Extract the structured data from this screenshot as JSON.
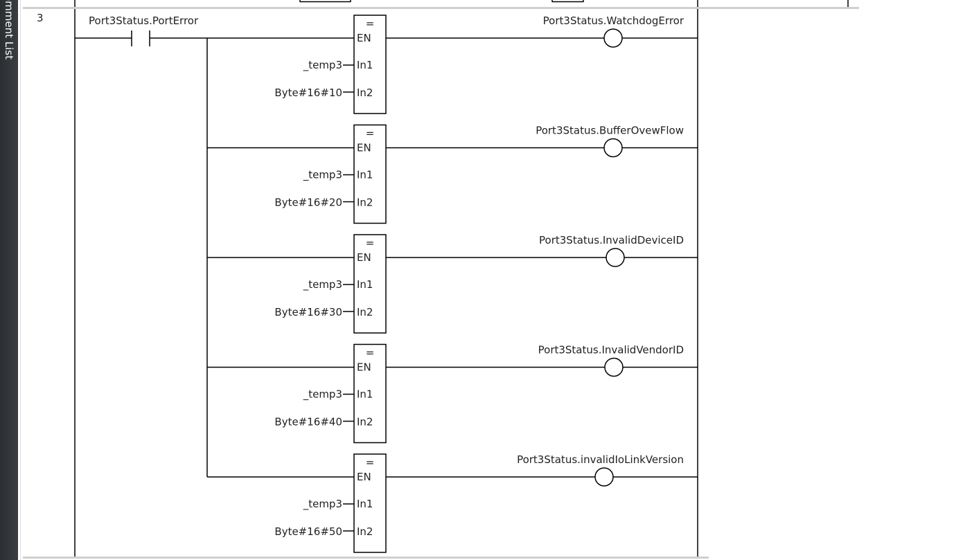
{
  "side_panel": {
    "tab_label": "omment List"
  },
  "rung": {
    "number": "3",
    "contact_label": "Port3Status.PortError",
    "blocks": [
      {
        "op": "=",
        "en": "EN",
        "in1_label": "In1",
        "in2_label": "In2",
        "in1_var": "_temp3",
        "in2_var": "Byte#16#10",
        "coil": "Port3Status.WatchdogError"
      },
      {
        "op": "=",
        "en": "EN",
        "in1_label": "In1",
        "in2_label": "In2",
        "in1_var": "_temp3",
        "in2_var": "Byte#16#20",
        "coil": "Port3Status.BufferOvewFlow"
      },
      {
        "op": "=",
        "en": "EN",
        "in1_label": "In1",
        "in2_label": "In2",
        "in1_var": "_temp3",
        "in2_var": "Byte#16#30",
        "coil": "Port3Status.InvalidDeviceID"
      },
      {
        "op": "=",
        "en": "EN",
        "in1_label": "In1",
        "in2_label": "In2",
        "in1_var": "_temp3",
        "in2_var": "Byte#16#40",
        "coil": "Port3Status.InvalidVendorID"
      },
      {
        "op": "=",
        "en": "EN",
        "in1_label": "In1",
        "in2_label": "In2",
        "in1_var": "_temp3",
        "in2_var": "Byte#16#50",
        "coil": "Port3Status.invalidIoLinkVersion"
      }
    ]
  }
}
